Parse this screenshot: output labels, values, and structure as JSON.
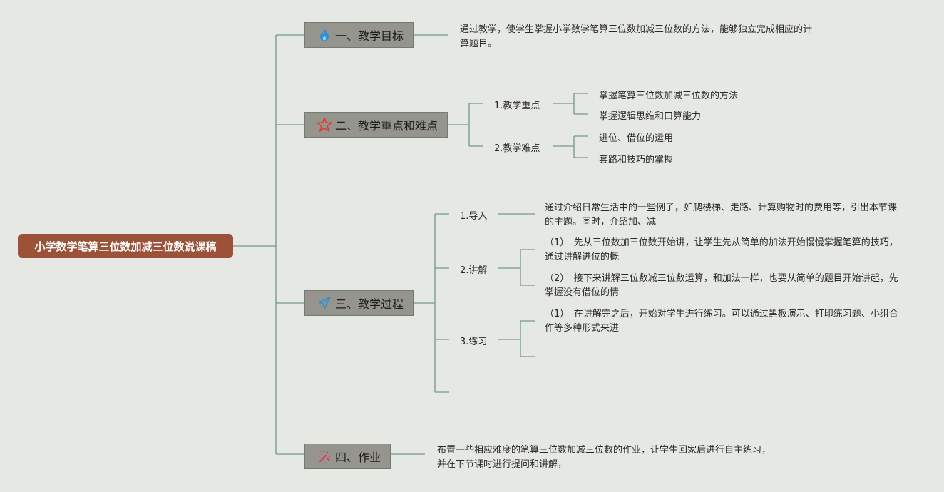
{
  "root": {
    "title": "小学数学笔算三位数加减三位数说课稿"
  },
  "branches": [
    {
      "label": "一、教学目标",
      "icon": "flame-icon"
    },
    {
      "label": "二、教学重点和难点",
      "icon": "star-icon"
    },
    {
      "label": "三、教学过程",
      "icon": "paper-plane-icon"
    },
    {
      "label": "四、作业",
      "icon": "magic-wand-icon"
    }
  ],
  "goal": {
    "text": "通过教学，使学生掌握小学数学笔算三位数加减三位数的方法，能够独立完成相应的计算题目。"
  },
  "key_points": {
    "sub1": "1.教学重点",
    "sub1_items": [
      "掌握笔算三位数加减三位数的方法",
      "掌握逻辑思维和口算能力"
    ],
    "sub2": "2.教学难点",
    "sub2_items": [
      "进位、借位的运用",
      "套路和技巧的掌握"
    ]
  },
  "process": {
    "intro_label": "1.导入",
    "intro_text": "通过介绍日常生活中的一些例子，如爬楼梯、走路、计算购物时的费用等，引出本节课的主题。同时，介绍加、减",
    "explain_label": "2.讲解",
    "explain_items": [
      "（1）　先从三位数加三位数开始讲，让学生先从简单的加法开始慢慢掌握笔算的技巧，通过讲解进位的概",
      "（2）　接下来讲解三位数减三位数运算，和加法一样，也要从简单的题目开始讲起，先掌握没有借位的情"
    ],
    "practice_label": "3.练习",
    "practice_items": [
      "（1）　在讲解完之后，开始对学生进行练习。可以通过黑板演示、打印练习题、小组合作等多种形式来进"
    ]
  },
  "homework": {
    "text": "布置一些相应难度的笔算三位数加减三位数的作业，让学生回家后进行自主练习，并在下节课时进行提问和讲解，"
  },
  "colors": {
    "root_bg": "#9b5238",
    "branch_bg": "#95958e",
    "line": "#6f9a88",
    "background": "#e6e8e4"
  }
}
